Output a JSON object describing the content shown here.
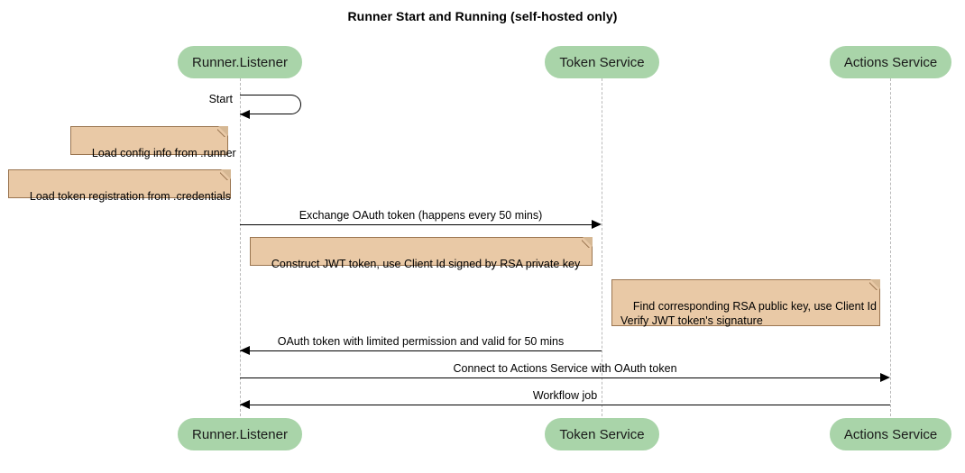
{
  "diagram": {
    "title": "Runner Start and Running (self-hosted only)",
    "type": "sequence-diagram",
    "colors": {
      "participant_fill": "#a9d4a9",
      "note_fill": "#e9c9a6",
      "note_border": "#9a7550",
      "lifeline": "#b9b9b9",
      "line": "#000000",
      "background": "#ffffff"
    }
  },
  "participants": [
    {
      "id": "runner",
      "label": "Runner.Listener"
    },
    {
      "id": "token",
      "label": "Token Service"
    },
    {
      "id": "actions",
      "label": "Actions Service"
    }
  ],
  "messages": [
    {
      "id": "start",
      "label": "Start",
      "from": "runner",
      "to": "runner",
      "kind": "self",
      "direction": "left"
    },
    {
      "id": "exchange-oauth",
      "label": "Exchange OAuth token (happens every 50 mins)",
      "from": "runner",
      "to": "token",
      "kind": "sync",
      "direction": "right"
    },
    {
      "id": "oauth-token-return",
      "label": "OAuth token with limited permission and valid for 50 mins",
      "from": "token",
      "to": "runner",
      "kind": "return",
      "direction": "left"
    },
    {
      "id": "connect-actions",
      "label": "Connect to Actions Service with OAuth token",
      "from": "runner",
      "to": "actions",
      "kind": "sync",
      "direction": "right"
    },
    {
      "id": "workflow-job",
      "label": "Workflow job",
      "from": "actions",
      "to": "runner",
      "kind": "return",
      "direction": "left"
    }
  ],
  "notes": [
    {
      "id": "note-load-config",
      "text": "Load config info from .runner",
      "attached_to": "runner"
    },
    {
      "id": "note-load-token",
      "text": "Load token registration from .credentials",
      "attached_to": "runner"
    },
    {
      "id": "note-construct-jwt",
      "text": "Construct JWT token, use Client Id signed by RSA private key",
      "attached_to": "runner"
    },
    {
      "id": "note-verify-jwt",
      "text": "Find corresponding RSA public key, use Client Id\nVerify JWT token's signature",
      "attached_to": "token"
    }
  ]
}
